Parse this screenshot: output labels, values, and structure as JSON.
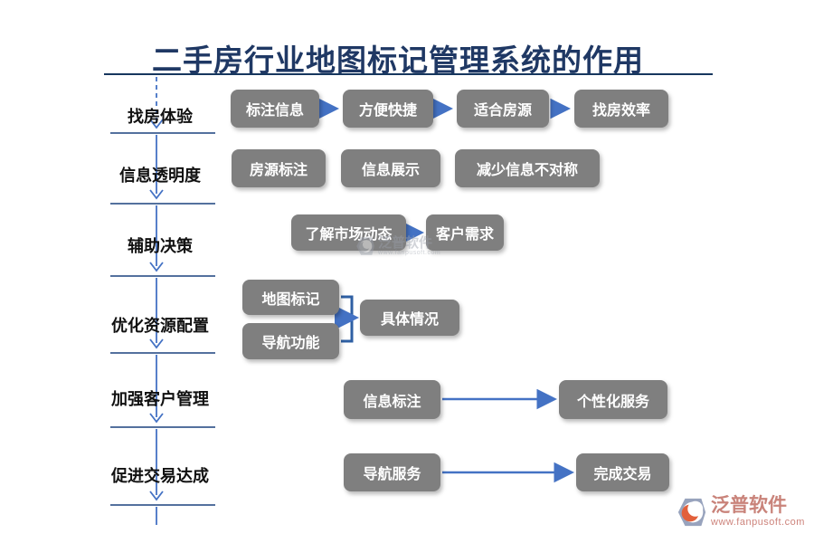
{
  "title": "二手房行业地图标记管理系统的作用",
  "colors": {
    "title_text": "#1f3864",
    "title_underline": "#17375e",
    "box_fill": "#7f7f7f",
    "box_text": "#ffffff",
    "arrow_blue": "#4472c4",
    "separator_line": "#54719e",
    "label_text": "#111111",
    "logo_text_pink": "#c9837a",
    "logo_orange": "#e2603b",
    "logo_gray_blue": "#98a3bd"
  },
  "rows": [
    {
      "label": "找房体验",
      "boxes": [
        "标注信息",
        "方便快捷",
        "适合房源",
        "找房效率"
      ]
    },
    {
      "label": "信息透明度",
      "boxes": [
        "房源标注",
        "信息展示",
        "减少信息不对称"
      ]
    },
    {
      "label": "辅助决策",
      "boxes": [
        "了解市场动态",
        "客户需求"
      ]
    },
    {
      "label": "优化资源配置",
      "boxes": [
        "地图标记",
        "导航功能",
        "具体情况"
      ]
    },
    {
      "label": "加强客户管理",
      "boxes": [
        "信息标注",
        "个性化服务"
      ]
    },
    {
      "label": "促进交易达成",
      "boxes": [
        "导航服务",
        "完成交易"
      ]
    }
  ],
  "watermark": {
    "brand": "泛普软件",
    "url": "www.fanpusoft.com"
  },
  "footer_logo": {
    "brand": "泛普软件",
    "url": "www.fanpusoft.com"
  }
}
